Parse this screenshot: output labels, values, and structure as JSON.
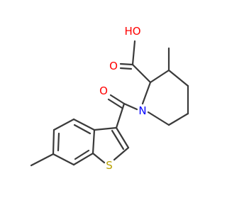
{
  "molecule": {
    "atoms": {
      "hydroxyl": {
        "text": "HO",
        "color": "#ff0000"
      },
      "acid_carbonyl_o": {
        "text": "O",
        "color": "#ff0000"
      },
      "amide_o": {
        "text": "O",
        "color": "#ff0000"
      },
      "ring_n": {
        "text": "N",
        "color": "#0000ff"
      },
      "thiophene_s": {
        "text": "S",
        "color": "#b8a000"
      }
    },
    "bond_color": "#3a3a3a",
    "background": "#ffffff"
  }
}
